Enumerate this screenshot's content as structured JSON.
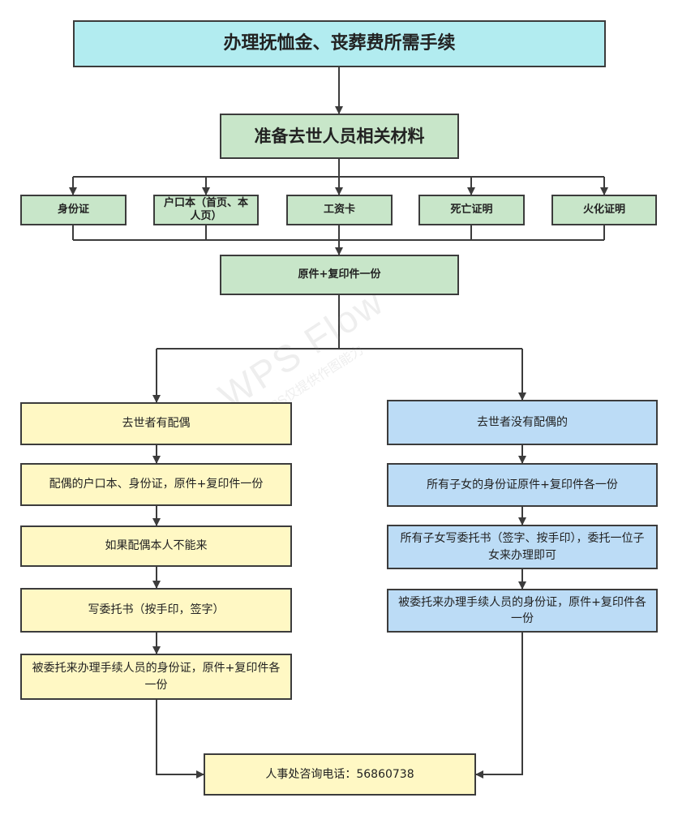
{
  "title": "办理抚恤金、丧葬费所需手续",
  "prepare": "准备去世人员相关材料",
  "materials": [
    "身份证",
    "户口本（首页、本人页）",
    "工资卡",
    "死亡证明",
    "火化证明"
  ],
  "copies": "原件+复印件一份",
  "left": {
    "header": "去世者有配偶",
    "steps": [
      "配偶的户口本、身份证，原件+复印件一份",
      "如果配偶本人不能来",
      "写委托书（按手印，签字）",
      "被委托来办理手续人员的身份证，原件+复印件各一份"
    ]
  },
  "right": {
    "header": "去世者没有配偶的",
    "steps": [
      "所有子女的身份证原件+复印件各一份",
      "所有子女写委托书（签字、按手印），委托一位子女来办理即可",
      "被委托来办理手续人员的身份证，原件+复印件各一份"
    ]
  },
  "contact": "人事处咨询电话：56860738",
  "watermark": {
    "main": "WPS Flow",
    "sub": "WPS仅提供作图能力"
  },
  "colors": {
    "title_fill": "#b2ecf0",
    "material_fill": "#c8e6c9",
    "spouse_fill": "#fff8c4",
    "no_spouse_fill": "#bcdcf6",
    "line": "#3c3c3c"
  }
}
